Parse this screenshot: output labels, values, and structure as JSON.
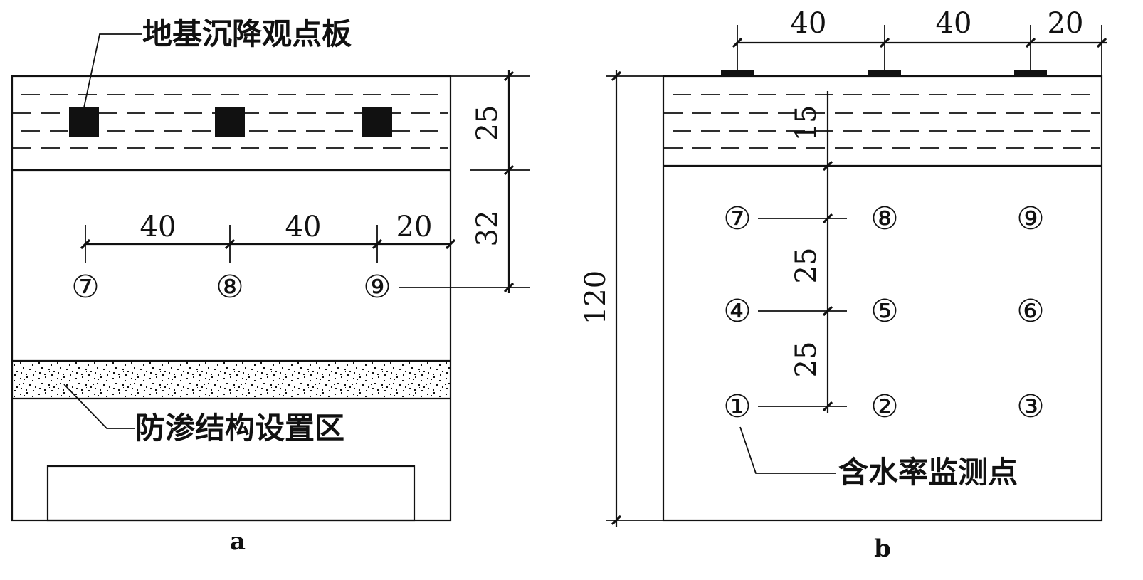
{
  "panel_a": {
    "caption": "a",
    "callout_top": "地基沉降观点板",
    "callout_bottom": "防渗结构设置区",
    "dim_horizontal": [
      "40",
      "40",
      "20"
    ],
    "dim_vertical": [
      "25",
      "32"
    ],
    "points": [
      "⑦",
      "⑧",
      "⑨"
    ]
  },
  "panel_b": {
    "caption": "b",
    "callout": "含水率监测点",
    "dim_horizontal": [
      "40",
      "40",
      "20"
    ],
    "dim_total_height": "120",
    "dim_vertical": [
      "15",
      "25",
      "25"
    ],
    "points": [
      "⑦",
      "⑧",
      "⑨",
      "④",
      "⑤",
      "⑥",
      "①",
      "②",
      "③"
    ]
  }
}
